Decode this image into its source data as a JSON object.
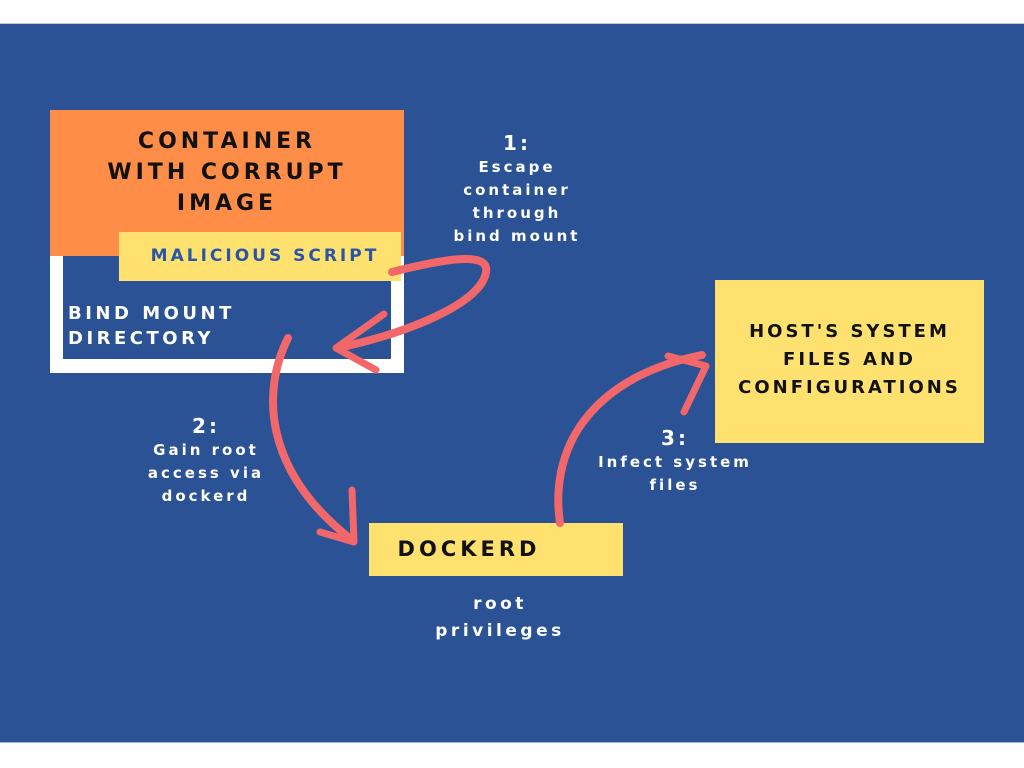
{
  "diagram": {
    "container": {
      "title_lines": [
        "CONTAINER",
        "WITH CORRUPT",
        "IMAGE"
      ],
      "script_label": "MALICIOUS SCRIPT",
      "bind_mount_lines": [
        "BIND MOUNT",
        "DIRECTORY"
      ]
    },
    "host": {
      "lines": [
        "HOST'S SYSTEM",
        "FILES AND",
        "CONFIGURATIONS"
      ]
    },
    "dockerd": {
      "label": "DOCKERD",
      "sub_lines": [
        "root",
        "privileges"
      ]
    },
    "steps": [
      {
        "number": "1:",
        "lines": [
          "Escape",
          "container",
          "through",
          "bind mount"
        ]
      },
      {
        "number": "2:",
        "lines": [
          "Gain root",
          "access via",
          "dockerd"
        ]
      },
      {
        "number": "3:",
        "lines": [
          "Infect system",
          "files"
        ]
      }
    ],
    "colors": {
      "background": "#2a5295",
      "container": "#fd8d47",
      "highlight_box": "#fee16e",
      "arrow": "#f2676a",
      "script_text": "#2a56a8"
    }
  }
}
